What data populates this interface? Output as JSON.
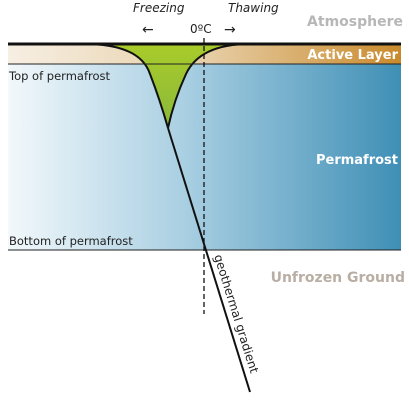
{
  "header": {
    "freezing_label": "Freezing",
    "thawing_label": "Thawing",
    "zero_label": "0ºC",
    "arrow_left_glyph": "←",
    "arrow_right_glyph": "→"
  },
  "layers": {
    "atmosphere": "Atmosphere",
    "active_layer": "Active Layer",
    "permafrost": "Permafrost",
    "unfrozen_ground": "Unfrozen Ground"
  },
  "boundaries": {
    "top_of_permafrost": "Top of permafrost",
    "bottom_of_permafrost": "Bottom of permafrost"
  },
  "gradient_label": "geothermal gradient",
  "colors": {
    "active_layer": "#c98a2c",
    "trumpet_fill": "#9bc232",
    "permafrost_deep": "#3f8fb6",
    "permafrost_light": "#e9f3f8",
    "atmosphere_text": "#b7b7b7",
    "unfrozen_text": "#b9aea4",
    "beige_left": "#f6eee2",
    "beige_right": "#ddc29a"
  }
}
